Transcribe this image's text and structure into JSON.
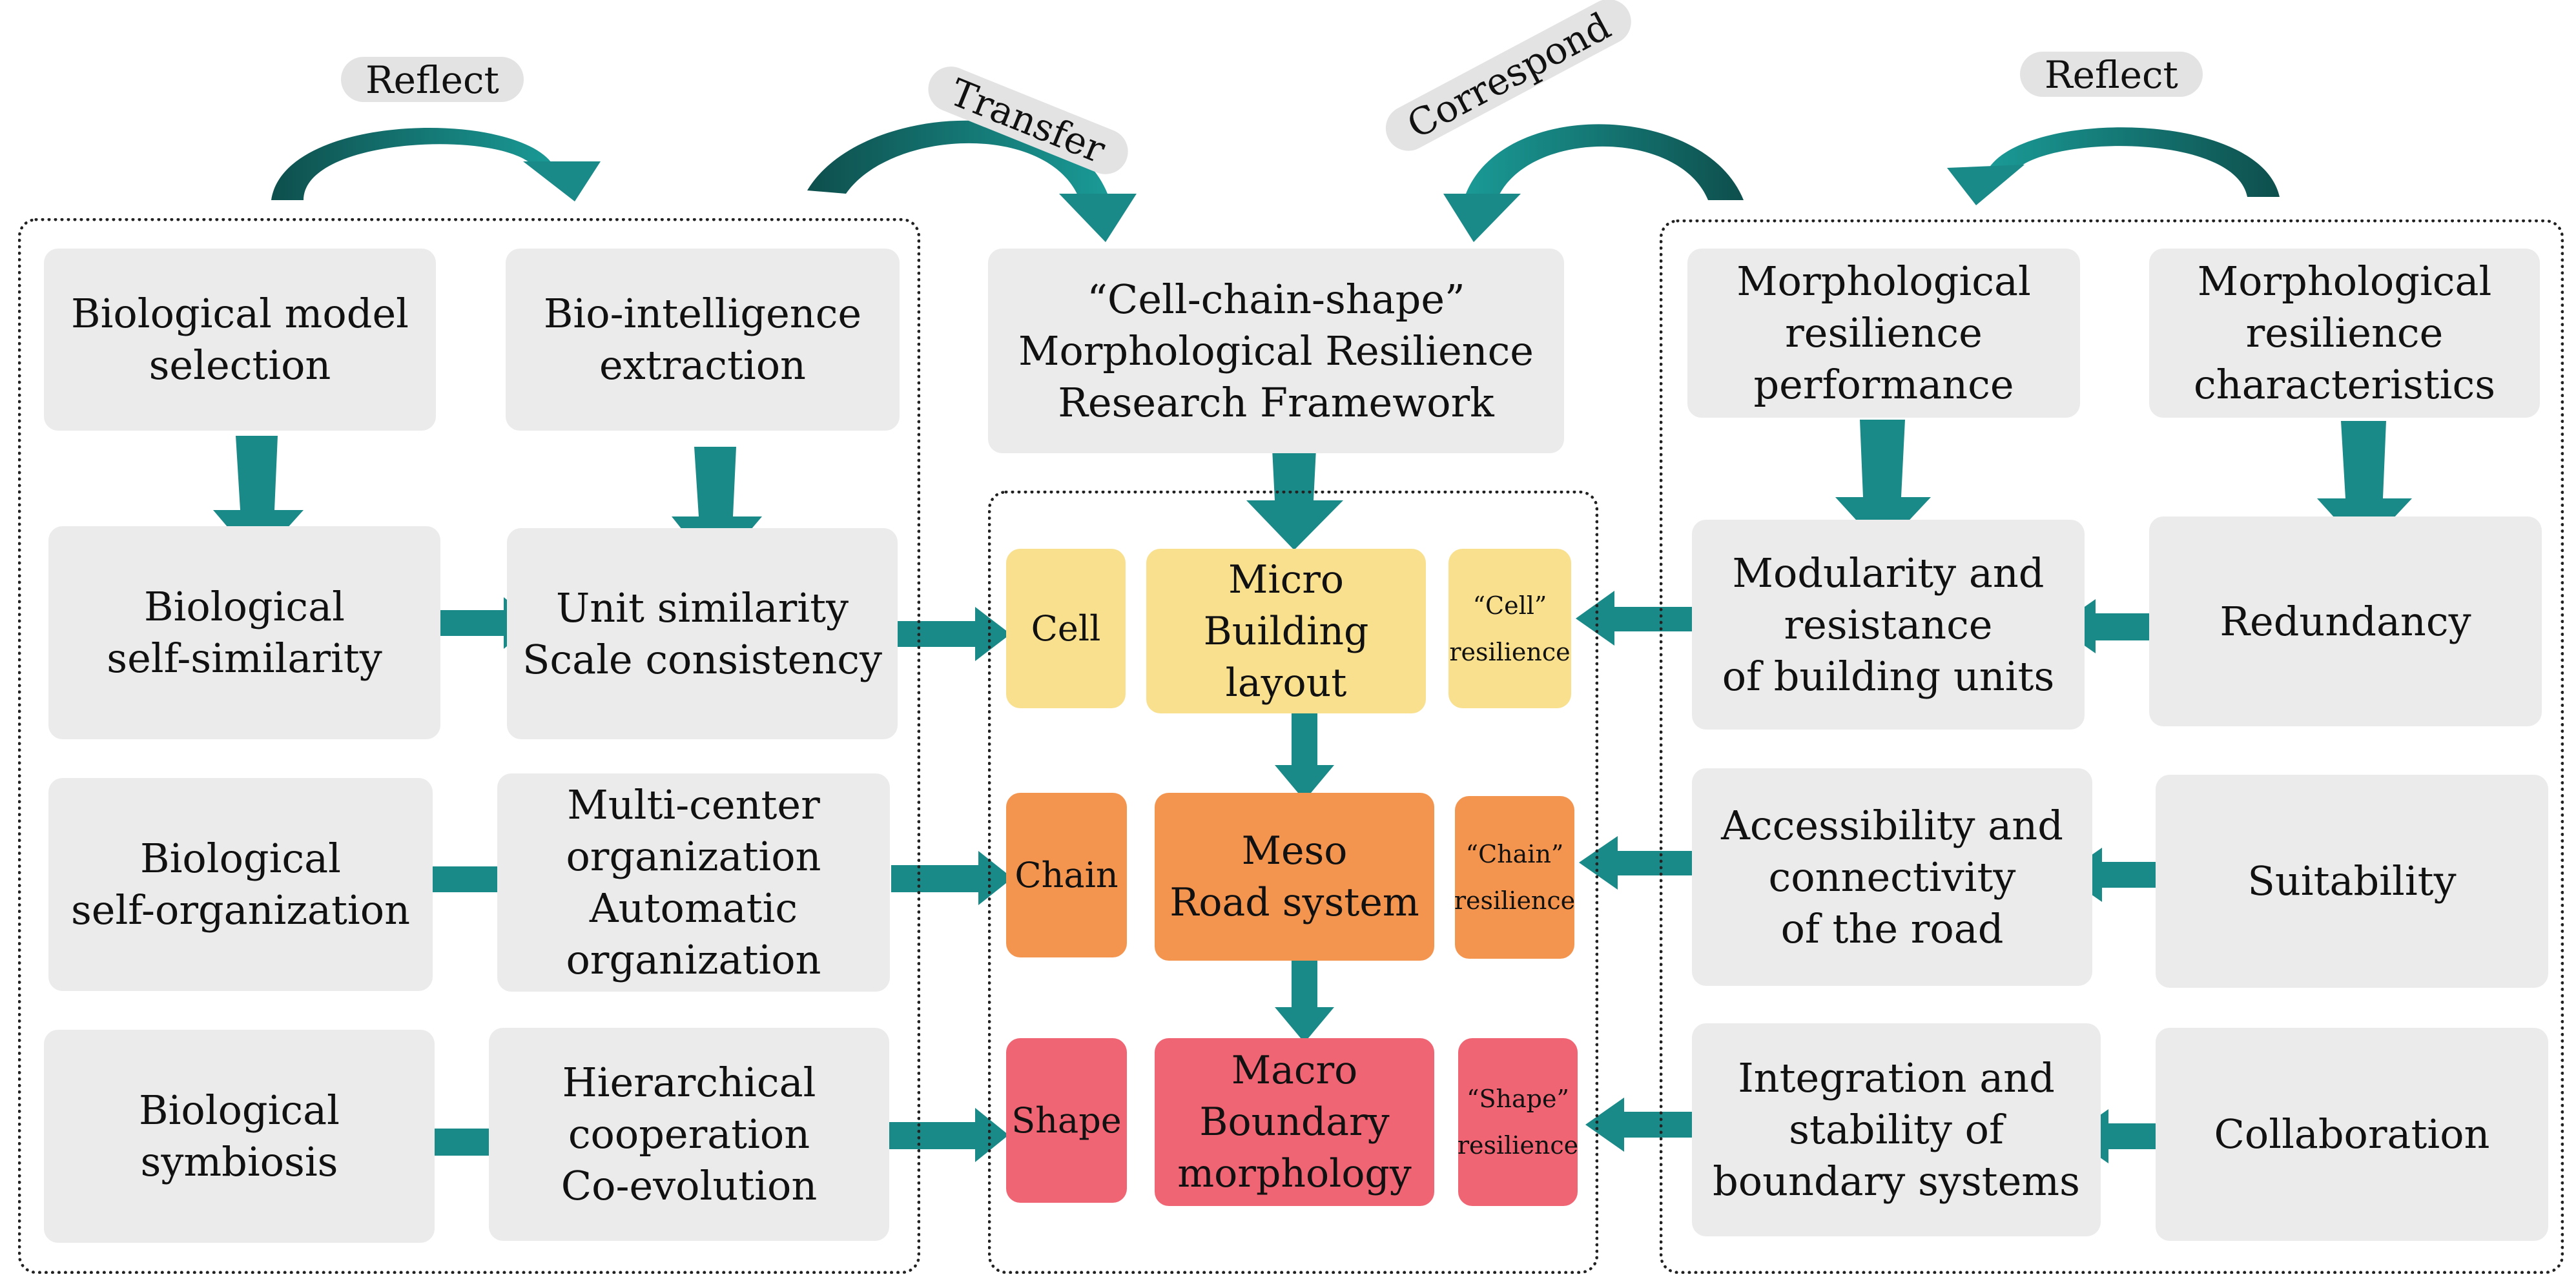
{
  "top_labels": {
    "reflect_left": "Reflect",
    "transfer": "Transfer",
    "correspond": "Correspond",
    "reflect_right": "Reflect"
  },
  "left_panel": {
    "row1": {
      "col1": [
        "Biological model",
        "selection"
      ],
      "col2": [
        "Bio-intelligence",
        "extraction"
      ]
    },
    "row2": {
      "col1": [
        "Biological",
        "self-similarity"
      ],
      "col2": [
        "Unit similarity",
        "Scale consistency"
      ]
    },
    "row3": {
      "col1": [
        "Biological",
        "self-organization"
      ],
      "col2": [
        "Multi-center",
        "organization",
        "Automatic",
        "organization"
      ]
    },
    "row4": {
      "col1": [
        "Biological",
        "symbiosis"
      ],
      "col2": [
        "Hierarchical",
        "cooperation",
        "Co-evolution"
      ]
    }
  },
  "center_panel": {
    "framework": [
      "“Cell-chain-shape”",
      "Morphological Resilience",
      "Research Framework"
    ],
    "cell": {
      "tag": "Cell",
      "scale": [
        "Micro",
        "Building",
        "layout"
      ],
      "resilience": [
        "“Cell”",
        "resilience"
      ]
    },
    "chain": {
      "tag": "Chain",
      "scale": [
        "Meso",
        "Road system"
      ],
      "resilience": [
        "“Chain”",
        "resilience"
      ]
    },
    "shape": {
      "tag": "Shape",
      "scale": [
        "Macro",
        "Boundary",
        "morphology"
      ],
      "resilience": [
        "“Shape”",
        "resilience"
      ]
    }
  },
  "right_panel": {
    "row1": {
      "col1": [
        "Morphological",
        "resilience",
        "performance"
      ],
      "col2": [
        "Morphological",
        "resilience",
        "characteristics"
      ]
    },
    "row2": {
      "col1": [
        "Modularity and",
        "resistance",
        "of building units"
      ],
      "col2": [
        "Redundancy"
      ]
    },
    "row3": {
      "col1": [
        "Accessibility and",
        "connectivity",
        "of the road"
      ],
      "col2": [
        "Suitability"
      ]
    },
    "row4": {
      "col1": [
        "Integration and",
        "stability of",
        "boundary systems"
      ],
      "col2": [
        "Collaboration"
      ]
    }
  },
  "colors": {
    "arrow_teal": "#1a8a88",
    "arrow_dark": "#0e4f4d",
    "box_grey": "#ebebeb",
    "cell_yellow": "#f8e08e",
    "chain_orange": "#f4954f",
    "shape_red": "#f06574"
  }
}
